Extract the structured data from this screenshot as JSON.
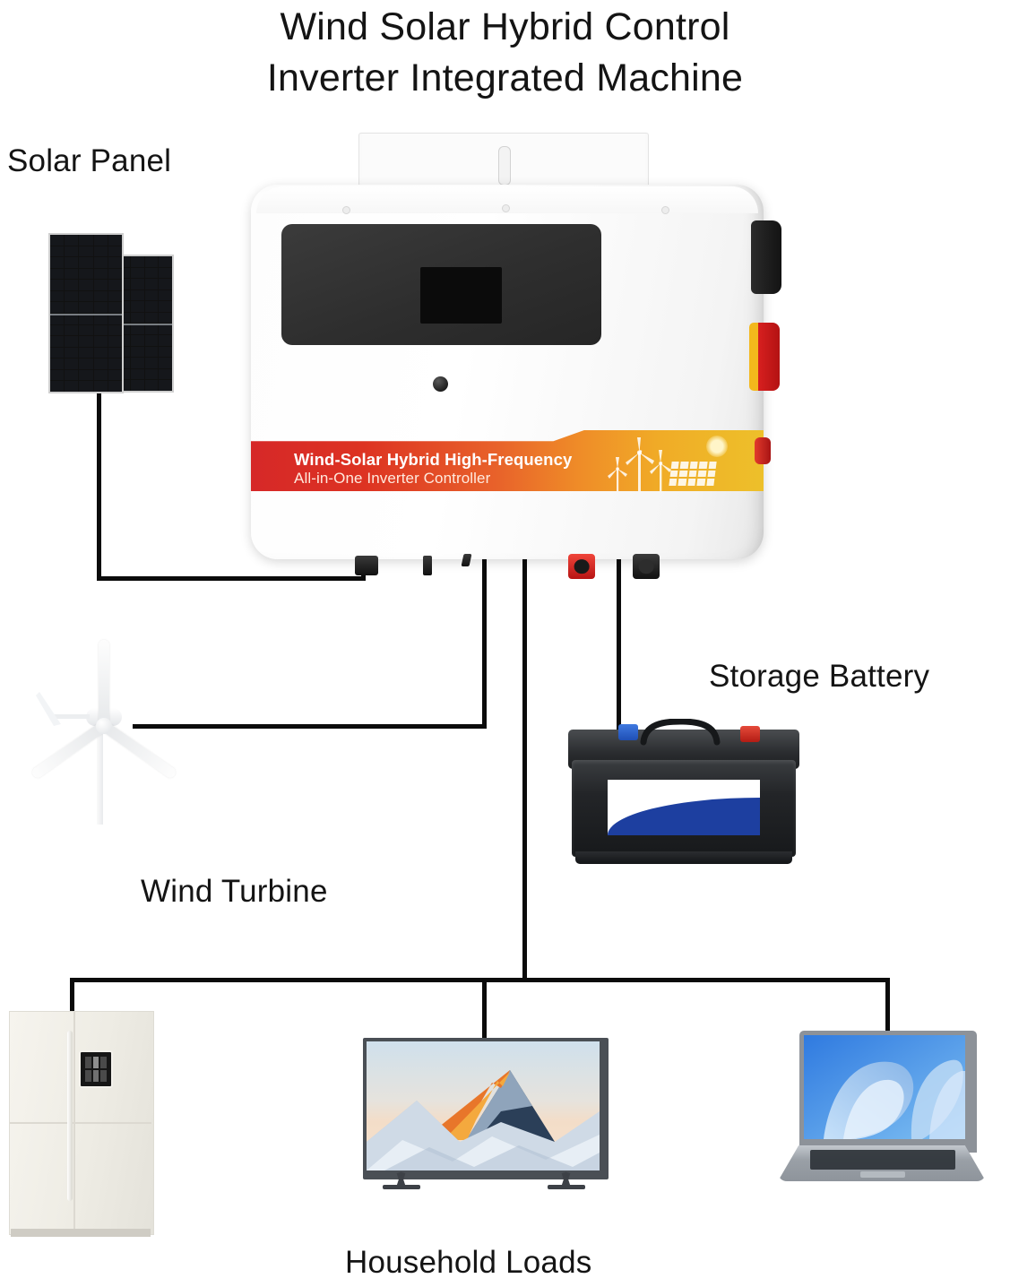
{
  "title": {
    "line1": "Wind Solar Hybrid Control",
    "line2": "Inverter Integrated Machine"
  },
  "labels": {
    "solar_panel": "Solar Panel",
    "storage_battery": "Storage Battery",
    "wind_turbine": "Wind Turbine",
    "household_loads": "Household Loads"
  },
  "device": {
    "banner_line1": "Wind-Solar Hybrid High-Frequency",
    "banner_line2": "All-in-One Inverter Controller",
    "display_name": "lcd-display",
    "indicator_name": "status-led"
  },
  "colors": {
    "banner_red": "#d62828",
    "banner_orange": "#ef8c28",
    "banner_yellow": "#edc02a",
    "wire": "#0b0b0b",
    "breaker_red": "#d71f1f",
    "breaker_yellow": "#f3b81c",
    "battery_positive": "#d82222",
    "battery_negative": "#1f5fd0",
    "text": "#141414",
    "background": "#ffffff"
  },
  "diagram": {
    "type": "system-wiring-diagram",
    "center_node": "Wind Solar Hybrid Control Inverter Integrated Machine",
    "sources": [
      "Solar Panel",
      "Wind Turbine"
    ],
    "storage": [
      "Storage Battery"
    ],
    "loads": [
      "Refrigerator",
      "Television",
      "Laptop"
    ],
    "connections": [
      {
        "from": "Solar Panel",
        "to": "Inverter",
        "port": "PV input"
      },
      {
        "from": "Wind Turbine",
        "to": "Inverter",
        "port": "Wind input"
      },
      {
        "from": "Inverter",
        "to": "Storage Battery",
        "port": "Battery terminals"
      },
      {
        "from": "Inverter",
        "to": "Household Loads",
        "port": "AC output"
      }
    ]
  }
}
